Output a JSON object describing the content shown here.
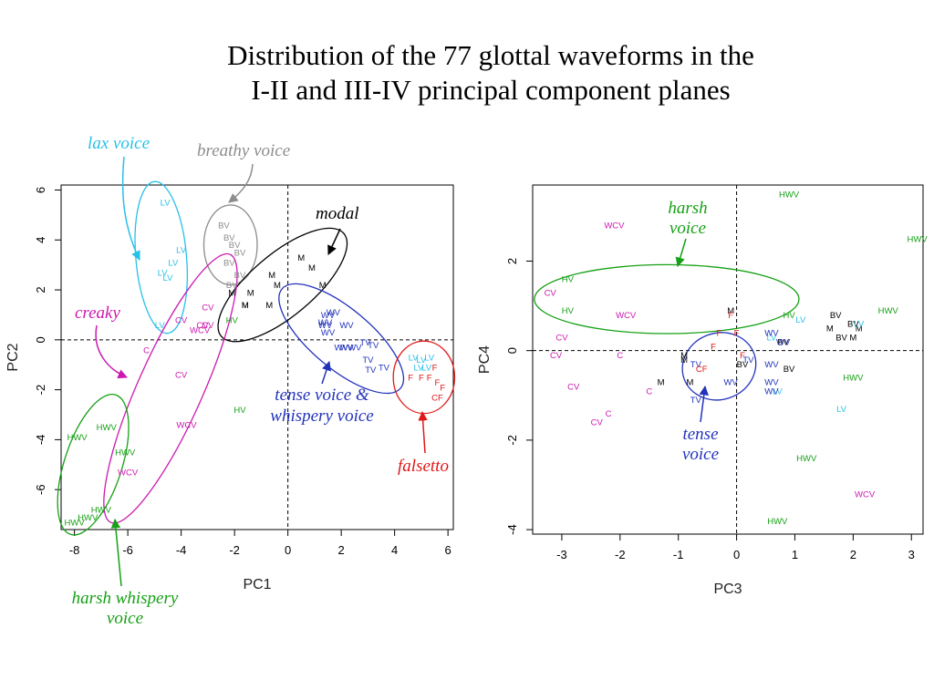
{
  "title": {
    "line1": "Distribution of the 77 glottal waveforms in the",
    "line2": "I-II and III-IV principal component planes"
  },
  "colors": {
    "lax": "#29c0e8",
    "breathy": "#8c8c8c",
    "modal": "#000000",
    "tense": "#2233bb",
    "falsetto": "#e01818",
    "creaky": "#cc19b0",
    "harsh": "#15a015"
  },
  "chart_data": [
    {
      "type": "scatter",
      "xlabel": "PC1",
      "ylabel": "PC2",
      "xlim": [
        -8.5,
        6.2
      ],
      "ylim": [
        -7.6,
        6.2
      ],
      "xticks": [
        -8,
        -6,
        -4,
        -2,
        0,
        2,
        4,
        6
      ],
      "yticks": [
        -6,
        -4,
        -2,
        0,
        2,
        4,
        6
      ],
      "reference_lines": {
        "x": 0,
        "y": 0,
        "style": "dashed"
      },
      "points": [
        {
          "label": "LV",
          "x": -4.6,
          "y": 5.5,
          "group": "lax"
        },
        {
          "label": "LV",
          "x": -4.0,
          "y": 3.6,
          "group": "lax"
        },
        {
          "label": "LV",
          "x": -4.3,
          "y": 3.1,
          "group": "lax"
        },
        {
          "label": "LV",
          "x": -4.7,
          "y": 2.7,
          "group": "lax"
        },
        {
          "label": "LV",
          "x": -4.5,
          "y": 2.5,
          "group": "lax"
        },
        {
          "label": "LV",
          "x": -4.8,
          "y": 0.6,
          "group": "lax"
        },
        {
          "label": "BV",
          "x": -2.4,
          "y": 4.6,
          "group": "breathy"
        },
        {
          "label": "BV",
          "x": -2.2,
          "y": 4.1,
          "group": "breathy"
        },
        {
          "label": "BV",
          "x": -2.0,
          "y": 3.8,
          "group": "breathy"
        },
        {
          "label": "BV",
          "x": -1.8,
          "y": 3.5,
          "group": "breathy"
        },
        {
          "label": "BV",
          "x": -2.2,
          "y": 3.1,
          "group": "breathy"
        },
        {
          "label": "BV",
          "x": -1.8,
          "y": 2.6,
          "group": "breathy"
        },
        {
          "label": "BV",
          "x": -2.1,
          "y": 2.2,
          "group": "breathy"
        },
        {
          "label": "M",
          "x": -2.1,
          "y": 1.9,
          "group": "modal"
        },
        {
          "label": "M",
          "x": -1.4,
          "y": 1.9,
          "group": "modal"
        },
        {
          "label": "M",
          "x": -1.6,
          "y": 1.4,
          "group": "modal"
        },
        {
          "label": "M",
          "x": -1.6,
          "y": 1.4,
          "group": "modal"
        },
        {
          "label": "M",
          "x": -0.4,
          "y": 2.2,
          "group": "modal"
        },
        {
          "label": "M",
          "x": -0.6,
          "y": 2.6,
          "group": "modal"
        },
        {
          "label": "M",
          "x": 0.5,
          "y": 3.3,
          "group": "modal"
        },
        {
          "label": "M",
          "x": 0.9,
          "y": 2.9,
          "group": "modal"
        },
        {
          "label": "M",
          "x": 1.3,
          "y": 2.2,
          "group": "modal"
        },
        {
          "label": "M",
          "x": -0.7,
          "y": 1.4,
          "group": "modal"
        },
        {
          "label": "WV",
          "x": 1.7,
          "y": 1.1,
          "group": "tense"
        },
        {
          "label": "WV",
          "x": 1.5,
          "y": 1.0,
          "group": "tense"
        },
        {
          "label": "WV",
          "x": 1.4,
          "y": 0.7,
          "group": "tense"
        },
        {
          "label": "WV",
          "x": 1.4,
          "y": 0.6,
          "group": "tense"
        },
        {
          "label": "WV",
          "x": 1.5,
          "y": 0.3,
          "group": "tense"
        },
        {
          "label": "WV",
          "x": 2.2,
          "y": 0.6,
          "group": "tense"
        },
        {
          "label": "WV",
          "x": 2.0,
          "y": -0.3,
          "group": "tense"
        },
        {
          "label": "WV",
          "x": 2.2,
          "y": -0.3,
          "group": "tense"
        },
        {
          "label": "WV",
          "x": 2.5,
          "y": -0.3,
          "group": "tense"
        },
        {
          "label": "TV",
          "x": 2.9,
          "y": -0.1,
          "group": "tense"
        },
        {
          "label": "TV",
          "x": 3.2,
          "y": -0.2,
          "group": "tense"
        },
        {
          "label": "TV",
          "x": 3.0,
          "y": -0.8,
          "group": "tense"
        },
        {
          "label": "TV",
          "x": 3.1,
          "y": -1.2,
          "group": "tense"
        },
        {
          "label": "TV",
          "x": 3.6,
          "y": -1.1,
          "group": "tense"
        },
        {
          "label": "LV",
          "x": 4.7,
          "y": -0.7,
          "group": "lax"
        },
        {
          "label": "LV",
          "x": 5.0,
          "y": -0.8,
          "group": "lax"
        },
        {
          "label": "LV",
          "x": 5.3,
          "y": -0.7,
          "group": "lax"
        },
        {
          "label": "LV",
          "x": 4.9,
          "y": -1.1,
          "group": "lax"
        },
        {
          "label": "LV",
          "x": 5.2,
          "y": -1.1,
          "group": "lax"
        },
        {
          "label": "F",
          "x": 5.5,
          "y": -1.1,
          "group": "falsetto"
        },
        {
          "label": "F",
          "x": 4.6,
          "y": -1.5,
          "group": "falsetto"
        },
        {
          "label": "F",
          "x": 5.0,
          "y": -1.5,
          "group": "falsetto"
        },
        {
          "label": "F",
          "x": 5.3,
          "y": -1.5,
          "group": "falsetto"
        },
        {
          "label": "F",
          "x": 5.6,
          "y": -1.7,
          "group": "falsetto"
        },
        {
          "label": "F",
          "x": 5.8,
          "y": -1.9,
          "group": "falsetto"
        },
        {
          "label": "CF",
          "x": 5.6,
          "y": -2.3,
          "group": "falsetto"
        },
        {
          "label": "CV",
          "x": -3.0,
          "y": 1.3,
          "group": "creaky"
        },
        {
          "label": "CV",
          "x": -4.0,
          "y": 0.8,
          "group": "creaky"
        },
        {
          "label": "CV",
          "x": -3.2,
          "y": 0.6,
          "group": "creaky"
        },
        {
          "label": "CV",
          "x": -3.0,
          "y": 0.6,
          "group": "creaky"
        },
        {
          "label": "WCV",
          "x": -3.3,
          "y": 0.4,
          "group": "creaky"
        },
        {
          "label": "C",
          "x": -5.3,
          "y": -0.4,
          "group": "creaky"
        },
        {
          "label": "CV",
          "x": -4.0,
          "y": -1.4,
          "group": "creaky"
        },
        {
          "label": "WCV",
          "x": -3.8,
          "y": -3.4,
          "group": "creaky"
        },
        {
          "label": "WCV",
          "x": -6.0,
          "y": -5.3,
          "group": "creaky"
        },
        {
          "label": "HV",
          "x": -2.1,
          "y": 0.8,
          "group": "harsh"
        },
        {
          "label": "HV",
          "x": -1.8,
          "y": -2.8,
          "group": "harsh"
        },
        {
          "label": "HWV",
          "x": -6.8,
          "y": -3.5,
          "group": "harsh"
        },
        {
          "label": "HWV",
          "x": -7.9,
          "y": -3.9,
          "group": "harsh"
        },
        {
          "label": "HWV",
          "x": -6.1,
          "y": -4.5,
          "group": "harsh"
        },
        {
          "label": "HWV",
          "x": -7.0,
          "y": -6.8,
          "group": "harsh"
        },
        {
          "label": "HWV",
          "x": -7.5,
          "y": -7.1,
          "group": "harsh"
        },
        {
          "label": "HWV",
          "x": -8.0,
          "y": -7.3,
          "group": "harsh"
        }
      ],
      "ellipses": [
        {
          "group": "lax",
          "cx": -4.75,
          "cy": 3.3,
          "rx": 0.95,
          "ry": 3.05,
          "angle": 5
        },
        {
          "group": "breathy",
          "cx": -2.15,
          "cy": 3.8,
          "rx": 1.0,
          "ry": 1.6,
          "angle": 0
        },
        {
          "group": "modal",
          "cx": -0.2,
          "cy": 2.2,
          "rx": 3.0,
          "ry": 1.25,
          "angle": 40
        },
        {
          "group": "tense",
          "cx": 2.0,
          "cy": 0.05,
          "rx": 2.9,
          "ry": 1.2,
          "angle": -40
        },
        {
          "group": "falsetto",
          "cx": 5.1,
          "cy": -1.5,
          "rx": 1.15,
          "ry": 1.45,
          "angle": 0
        },
        {
          "group": "creaky",
          "cx": -4.4,
          "cy": -1.95,
          "rx": 5.5,
          "ry": 1.3,
          "angle": 66
        },
        {
          "group": "harsh",
          "cx": -7.3,
          "cy": -5.0,
          "rx": 2.75,
          "ry": 1.15,
          "angle": 72
        }
      ]
    },
    {
      "type": "scatter",
      "xlabel": "PC3",
      "ylabel": "PC4",
      "xlim": [
        -3.5,
        3.2
      ],
      "ylim": [
        -4.1,
        3.7
      ],
      "xticks": [
        -3,
        -2,
        -1,
        0,
        1,
        2,
        3
      ],
      "yticks": [
        -4,
        -2,
        0,
        2
      ],
      "reference_lines": {
        "x": 0,
        "y": 0,
        "style": "dashed"
      },
      "points": [
        {
          "label": "HWV",
          "x": 0.9,
          "y": 3.5,
          "group": "harsh"
        },
        {
          "label": "HWV",
          "x": 3.1,
          "y": 2.5,
          "group": "harsh"
        },
        {
          "label": "HV",
          "x": -2.9,
          "y": 1.6,
          "group": "harsh"
        },
        {
          "label": "HV",
          "x": -2.9,
          "y": 0.9,
          "group": "harsh"
        },
        {
          "label": "HV",
          "x": 0.9,
          "y": 0.8,
          "group": "harsh"
        },
        {
          "label": "HWV",
          "x": 2.6,
          "y": 0.9,
          "group": "harsh"
        },
        {
          "label": "HWV",
          "x": 2.0,
          "y": -0.6,
          "group": "harsh"
        },
        {
          "label": "HWV",
          "x": 1.2,
          "y": -2.4,
          "group": "harsh"
        },
        {
          "label": "HWV",
          "x": 0.7,
          "y": -3.8,
          "group": "harsh"
        },
        {
          "label": "WCV",
          "x": -2.1,
          "y": 2.8,
          "group": "creaky"
        },
        {
          "label": "WCV",
          "x": -1.9,
          "y": 0.8,
          "group": "creaky"
        },
        {
          "label": "CV",
          "x": -3.2,
          "y": 1.3,
          "group": "creaky"
        },
        {
          "label": "CV",
          "x": -3.0,
          "y": 0.3,
          "group": "creaky"
        },
        {
          "label": "CV",
          "x": -3.1,
          "y": -0.1,
          "group": "creaky"
        },
        {
          "label": "CV",
          "x": -2.8,
          "y": -0.8,
          "group": "creaky"
        },
        {
          "label": "C",
          "x": -2.0,
          "y": -0.1,
          "group": "creaky"
        },
        {
          "label": "C",
          "x": -2.2,
          "y": -1.4,
          "group": "creaky"
        },
        {
          "label": "CV",
          "x": -2.4,
          "y": -1.6,
          "group": "creaky"
        },
        {
          "label": "C",
          "x": -1.5,
          "y": -0.9,
          "group": "creaky"
        },
        {
          "label": "WCV",
          "x": 2.2,
          "y": -3.2,
          "group": "creaky"
        },
        {
          "label": "M",
          "x": -0.1,
          "y": 0.9,
          "group": "modal"
        },
        {
          "label": "M",
          "x": -1.3,
          "y": -0.7,
          "group": "modal"
        },
        {
          "label": "M",
          "x": -0.9,
          "y": -0.1,
          "group": "modal"
        },
        {
          "label": "M",
          "x": -0.9,
          "y": -0.2,
          "group": "modal"
        },
        {
          "label": "M",
          "x": -0.8,
          "y": -0.7,
          "group": "modal"
        },
        {
          "label": "M",
          "x": 1.6,
          "y": 0.5,
          "group": "modal"
        },
        {
          "label": "M",
          "x": 2.1,
          "y": 0.5,
          "group": "modal"
        },
        {
          "label": "M",
          "x": 2.0,
          "y": 0.3,
          "group": "modal"
        },
        {
          "label": "BV",
          "x": 1.7,
          "y": 0.8,
          "group": "modal"
        },
        {
          "label": "BV",
          "x": 2.0,
          "y": 0.6,
          "group": "modal"
        },
        {
          "label": "BV",
          "x": 1.8,
          "y": 0.3,
          "group": "modal"
        },
        {
          "label": "BV",
          "x": 0.8,
          "y": 0.2,
          "group": "modal"
        },
        {
          "label": "BV",
          "x": 0.9,
          "y": -0.4,
          "group": "modal"
        },
        {
          "label": "BV",
          "x": 0.1,
          "y": -0.3,
          "group": "modal"
        },
        {
          "label": "LV",
          "x": 1.1,
          "y": 0.7,
          "group": "lax"
        },
        {
          "label": "LV",
          "x": 2.1,
          "y": 0.6,
          "group": "lax"
        },
        {
          "label": "LV",
          "x": 0.6,
          "y": 0.3,
          "group": "lax"
        },
        {
          "label": "LV",
          "x": 0.7,
          "y": -0.9,
          "group": "lax"
        },
        {
          "label": "LV",
          "x": 1.8,
          "y": -1.3,
          "group": "lax"
        },
        {
          "label": "WV",
          "x": 0.6,
          "y": 0.4,
          "group": "tense"
        },
        {
          "label": "WV",
          "x": 0.8,
          "y": 0.2,
          "group": "tense"
        },
        {
          "label": "WV",
          "x": 0.6,
          "y": -0.3,
          "group": "tense"
        },
        {
          "label": "WV",
          "x": 0.6,
          "y": -0.7,
          "group": "tense"
        },
        {
          "label": "WV",
          "x": 0.6,
          "y": -0.9,
          "group": "tense"
        },
        {
          "label": "WV",
          "x": -0.1,
          "y": -0.7,
          "group": "tense"
        },
        {
          "label": "TV",
          "x": -0.7,
          "y": -1.1,
          "group": "tense"
        },
        {
          "label": "TV",
          "x": -0.7,
          "y": -0.3,
          "group": "tense"
        },
        {
          "label": "TV",
          "x": 0.2,
          "y": -0.2,
          "group": "tense"
        },
        {
          "label": "F",
          "x": -0.1,
          "y": 0.8,
          "group": "falsetto"
        },
        {
          "label": "F",
          "x": -0.3,
          "y": 0.4,
          "group": "falsetto"
        },
        {
          "label": "F",
          "x": 0.0,
          "y": 0.4,
          "group": "falsetto"
        },
        {
          "label": "F",
          "x": -0.4,
          "y": 0.1,
          "group": "falsetto"
        },
        {
          "label": "CF",
          "x": -0.6,
          "y": -0.4,
          "group": "falsetto"
        },
        {
          "label": "F",
          "x": 0.1,
          "y": -0.1,
          "group": "falsetto"
        }
      ],
      "ellipses": [
        {
          "group": "harsh",
          "cx": -1.2,
          "cy": 1.15,
          "rx": 2.27,
          "ry": 0.77,
          "angle": 0
        },
        {
          "group": "tense",
          "cx": -0.3,
          "cy": -0.35,
          "rx": 0.57,
          "ry": 0.83,
          "angle": -70
        }
      ]
    }
  ],
  "annotations": {
    "lax": "lax voice",
    "breathy": "breathy voice",
    "modal": "modal",
    "creaky": "creaky",
    "tense_whispery_1": "tense voice &",
    "tense_whispery_2": "whispery voice",
    "falsetto": "falsetto",
    "harsh_whispery_1": "harsh whispery",
    "harsh_whispery_2": "voice",
    "harsh_1": "harsh",
    "harsh_2": "voice",
    "tense_1": "tense",
    "tense_2": "voice"
  }
}
